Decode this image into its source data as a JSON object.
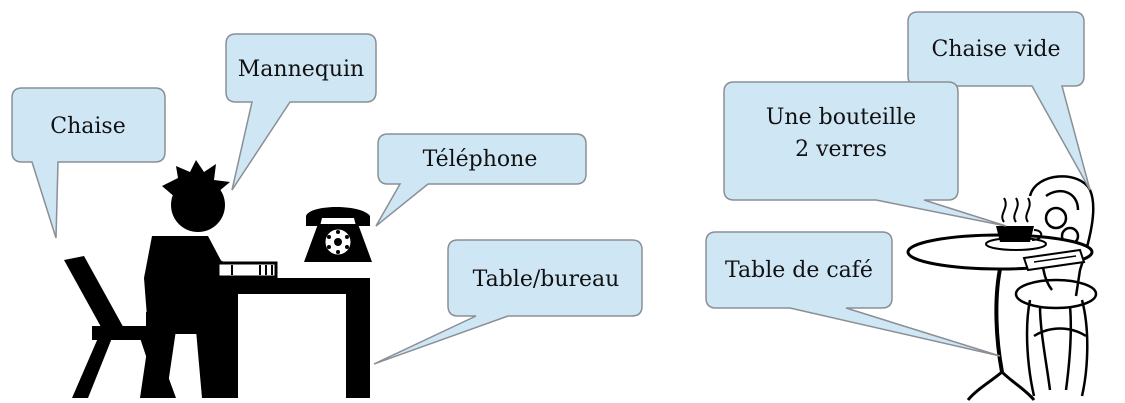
{
  "colors": {
    "bubble_fill": "#cfe6f5",
    "bubble_stroke": "#8a8f96",
    "silhouette": "#000000",
    "white": "#ffffff"
  },
  "left_scene": {
    "labels": {
      "chair": "Chaise",
      "mannequin": "Mannequin",
      "phone": "Téléphone",
      "desk": "Table/bureau"
    },
    "icons": [
      "person-silhouette-icon",
      "chair-icon",
      "desk-icon",
      "telephone-icon"
    ]
  },
  "right_scene": {
    "labels": {
      "empty_chair": "Chaise vide",
      "bottle_line1": "Une bouteille",
      "bottle_line2": "2 verres",
      "cafe_table": "Table de café"
    },
    "icons": [
      "cafe-table-icon",
      "cafe-chair-icon",
      "coffee-cup-icon",
      "newspaper-icon"
    ]
  }
}
